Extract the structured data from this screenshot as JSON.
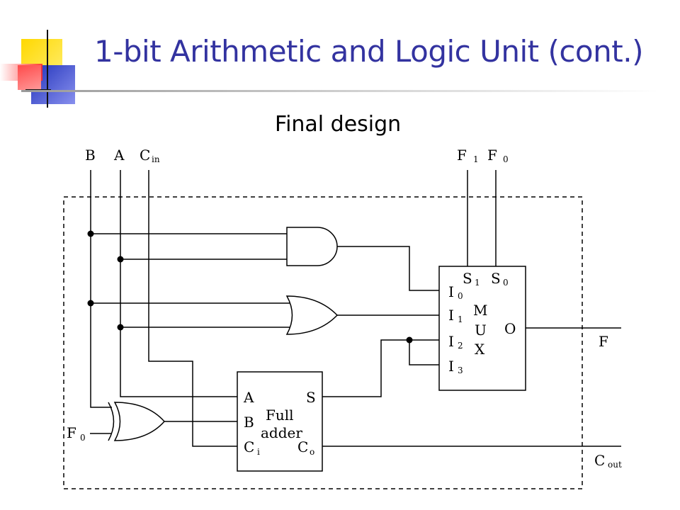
{
  "slide": {
    "title": "1-bit Arithmetic and Logic Unit (cont.)",
    "subtitle": "Final design",
    "colors": {
      "title": "#3333a0",
      "accent_yellow": "#ffdd00",
      "accent_red": "#ff3333",
      "accent_blue": "#3344cc"
    }
  },
  "diagram": {
    "inputs": {
      "b": "B",
      "a": "A",
      "c": "C",
      "c_sub": "in",
      "f1": "F",
      "f1_sub": "1",
      "f0": "F",
      "f0_sub": "0"
    },
    "outputs": {
      "f": "F",
      "cout": "C",
      "cout_sub": "out"
    },
    "xor_input": {
      "label": "F",
      "sub": "0"
    },
    "full_adder": {
      "pin_a": "A",
      "pin_b": "B",
      "pin_ci": "C",
      "pin_ci_sub": "i",
      "pin_s": "S",
      "pin_co": "C",
      "pin_co_sub": "o",
      "label_line1": "Full",
      "label_line2": "adder"
    },
    "mux": {
      "s1": "S",
      "s1_sub": "1",
      "s0": "S",
      "s0_sub": "0",
      "i0": "I",
      "i0_sub": "0",
      "i1": "I",
      "i1_sub": "1",
      "i2": "I",
      "i2_sub": "2",
      "i3": "I",
      "i3_sub": "3",
      "name": [
        "M",
        "U",
        "X"
      ],
      "out": "O"
    }
  }
}
